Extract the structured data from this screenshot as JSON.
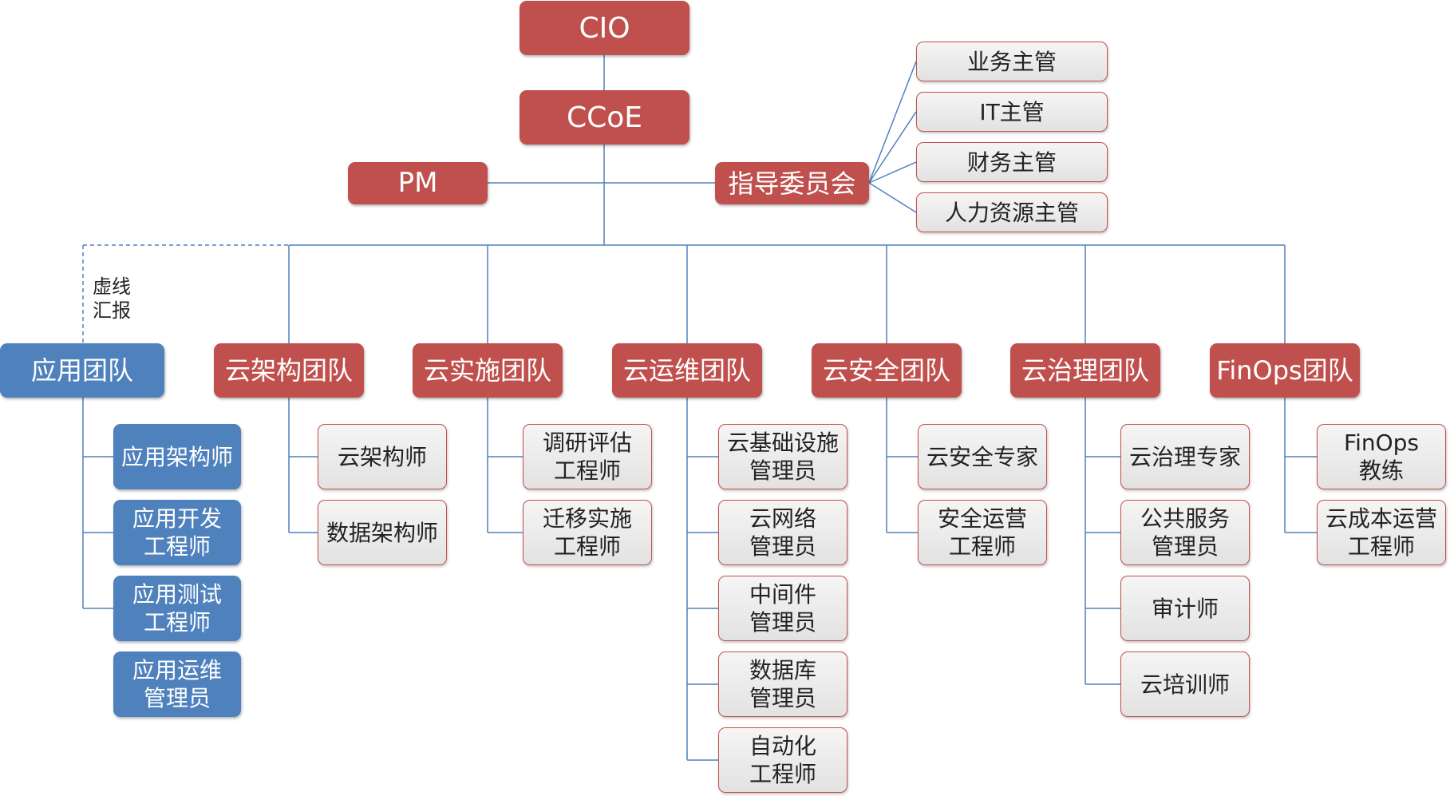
{
  "top": {
    "cio": "CIO",
    "ccoe": "CCoE",
    "pm": "PM",
    "committee": "指导委员会"
  },
  "committee_members": [
    "业务主管",
    "IT主管",
    "财务主管",
    "人力资源主管"
  ],
  "dashed_note": "虚线\n汇报",
  "teams": [
    {
      "name": "应用团队",
      "roles": [
        "应用架构师",
        "应用开发\n工程师",
        "应用测试\n工程师",
        "应用运维\n管理员"
      ]
    },
    {
      "name": "云架构团队",
      "roles": [
        "云架构师",
        "数据架构师"
      ]
    },
    {
      "name": "云实施团队",
      "roles": [
        "调研评估\n工程师",
        "迁移实施\n工程师"
      ]
    },
    {
      "name": "云运维团队",
      "roles": [
        "云基础设施\n管理员",
        "云网络\n管理员",
        "中间件\n管理员",
        "数据库\n管理员",
        "自动化\n工程师"
      ]
    },
    {
      "name": "云安全团队",
      "roles": [
        "云安全专家",
        "安全运营\n工程师"
      ]
    },
    {
      "name": "云治理团队",
      "roles": [
        "云治理专家",
        "公共服务\n管理员",
        "审计师",
        "云培训师"
      ]
    },
    {
      "name": "FinOps团队",
      "roles": [
        "FinOps\n教练",
        "云成本运营\n工程师"
      ]
    }
  ],
  "colors": {
    "red": "#c0504d",
    "blue": "#4f81bd",
    "connector": "#4f81bd",
    "role_fill": "#ebebeb"
  }
}
